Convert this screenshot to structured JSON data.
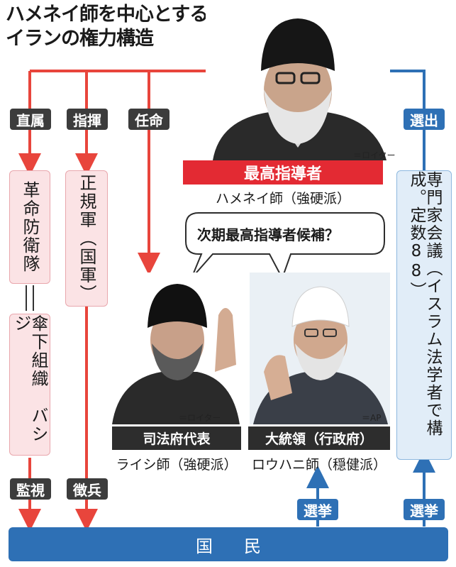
{
  "title": {
    "line1": "ハメネイ師を中心とする",
    "line2": "イランの権力構造"
  },
  "labels": {
    "direct": "直属",
    "command": "指揮",
    "appoint": "任命",
    "elect_top": "選出",
    "monitor": "監視",
    "conscript": "徴兵",
    "election_left": "選挙",
    "election_right": "選挙"
  },
  "boxes": {
    "irgc": "革命防衛隊",
    "basij": "傘下組織　バシジ",
    "army": "正規軍（国軍）",
    "assembly": "専門家会議（イスラム法学者で構成。定数88）"
  },
  "leader": {
    "title": "最高指導者",
    "name": "ハメネイ師（強硬派）",
    "credit": "＝ロイター"
  },
  "candidates_question": "次期最高指導者候補？",
  "judiciary": {
    "title": "司法府代表",
    "name": "ライシ師（強硬派）",
    "credit": "＝ロイター"
  },
  "president": {
    "title": "大統領（行政府）",
    "name": "ロウハニ師（穏健派）",
    "credit": "＝AP"
  },
  "people": "国民",
  "colors": {
    "red": "#e8453c",
    "blue": "#2e70b5",
    "plate_red": "#e32a33",
    "dark": "#3c3c3c",
    "pink_box": "#fbe3e5",
    "blue_box": "#e1edf8"
  }
}
